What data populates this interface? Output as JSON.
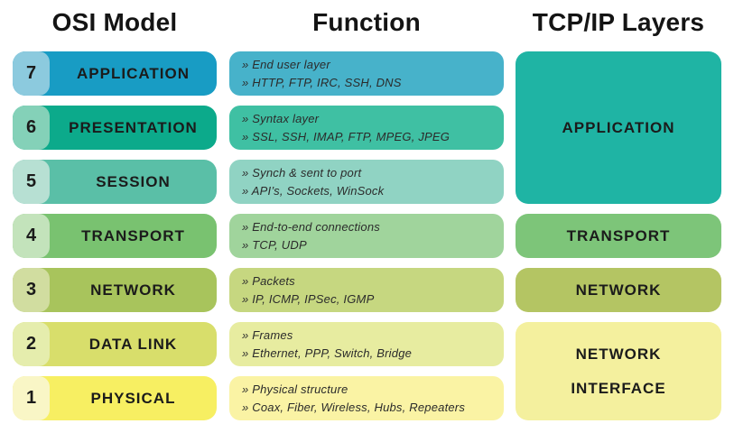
{
  "headers": {
    "osi": "OSI Model",
    "function": "Function",
    "tcpip": "TCP/IP Layers"
  },
  "osi": {
    "rows": [
      {
        "number": "7",
        "label": "APPLICATION",
        "tab_color": "#8ccade",
        "box_color": "#189cc4"
      },
      {
        "number": "6",
        "label": "PRESENTATION",
        "tab_color": "#84d1b8",
        "box_color": "#0caa8b"
      },
      {
        "number": "5",
        "label": "SESSION",
        "tab_color": "#b7e0d3",
        "box_color": "#5abfa7"
      },
      {
        "number": "4",
        "label": "TRANSPORT",
        "tab_color": "#c3e3bb",
        "box_color": "#79c270"
      },
      {
        "number": "3",
        "label": "NETWORK",
        "tab_color": "#d1dda0",
        "box_color": "#a8c45c"
      },
      {
        "number": "2",
        "label": "DATA LINK",
        "tab_color": "#e5edad",
        "box_color": "#d8de6b"
      },
      {
        "number": "1",
        "label": "PHYSICAL",
        "tab_color": "#f9f6c6",
        "box_color": "#f7ef62"
      }
    ]
  },
  "function": {
    "rows": [
      {
        "color": "#47b2ca",
        "lines": [
          "» End user layer",
          "» HTTP, FTP, IRC, SSH, DNS"
        ]
      },
      {
        "color": "#3fc0a3",
        "lines": [
          "» Syntax layer",
          "» SSL, SSH, IMAP, FTP, MPEG, JPEG"
        ]
      },
      {
        "color": "#90d3c3",
        "lines": [
          "» Synch & sent to port",
          "» API’s, Sockets, WinSock"
        ]
      },
      {
        "color": "#a0d49c",
        "lines": [
          "» End-to-end connections",
          "» TCP, UDP"
        ]
      },
      {
        "color": "#c6d780",
        "lines": [
          "» Packets",
          "» IP, ICMP, IPSec, IGMP"
        ]
      },
      {
        "color": "#e7eca0",
        "lines": [
          "» Frames",
          "» Ethernet, PPP, Switch, Bridge"
        ]
      },
      {
        "color": "#faf3a4",
        "lines": [
          "» Physical structure",
          "» Coax, Fiber, Wireless, Hubs, Repeaters"
        ]
      }
    ]
  },
  "tcpip": {
    "boxes": [
      {
        "label": "APPLICATION",
        "color": "#1fb4a4",
        "osi_rows_spanned": 3
      },
      {
        "label": "TRANSPORT",
        "color": "#7dc579",
        "osi_rows_spanned": 1
      },
      {
        "label": "NETWORK",
        "color": "#b4c563",
        "osi_rows_spanned": 1
      },
      {
        "label": "NETWORK INTERFACE",
        "color": "#f4f09e",
        "osi_rows_spanned": 2
      }
    ]
  }
}
